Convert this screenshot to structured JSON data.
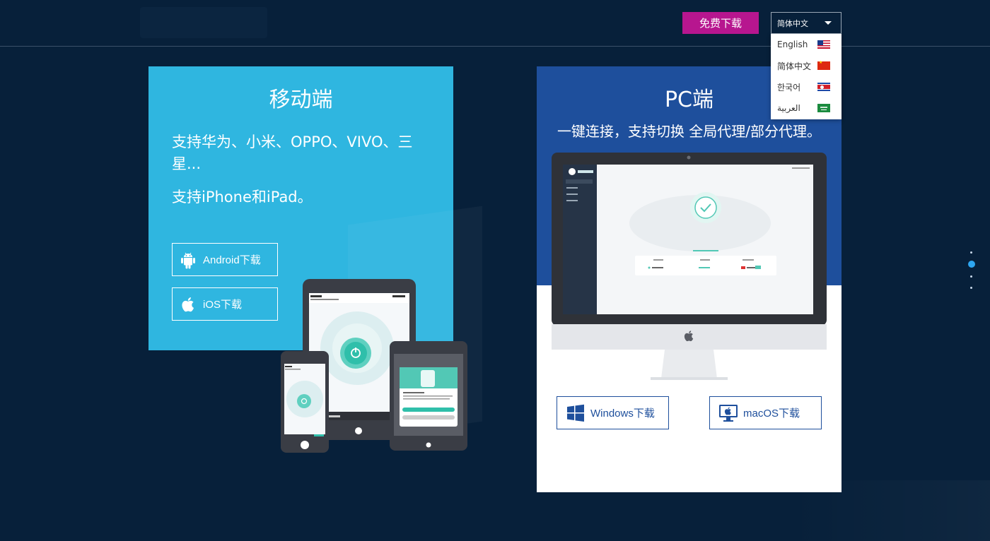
{
  "header": {
    "free_download_label": "免费下载",
    "language_selected": "简体中文",
    "language_options": [
      {
        "label": "English",
        "flag": "us-flag-icon"
      },
      {
        "label": "简体中文",
        "flag": "cn-flag-icon"
      },
      {
        "label": "한국어",
        "flag": "kp-flag-icon"
      },
      {
        "label": "العربية",
        "flag": "sa-flag-icon"
      }
    ]
  },
  "mobile": {
    "title": "移动端",
    "desc_line1": "支持华为、小米、OPPO、VIVO、三星...",
    "desc_line2": "支持iPhone和iPad。",
    "android_label": "Android下载",
    "ios_label": "iOS下载"
  },
  "pc": {
    "title": "PC端",
    "desc": "一键连接，支持切换 全局代理/部分代理。",
    "windows_label": "Windows下载",
    "macos_label": "macOS下载"
  },
  "colors": {
    "background": "#07203a",
    "accent_magenta": "#b7168f",
    "mobile_card": "#2fb6e0",
    "pc_card_top": "#1e4f9c",
    "dot_active": "#2ea6f0"
  },
  "pager": {
    "count": 4,
    "active_index": 1
  }
}
